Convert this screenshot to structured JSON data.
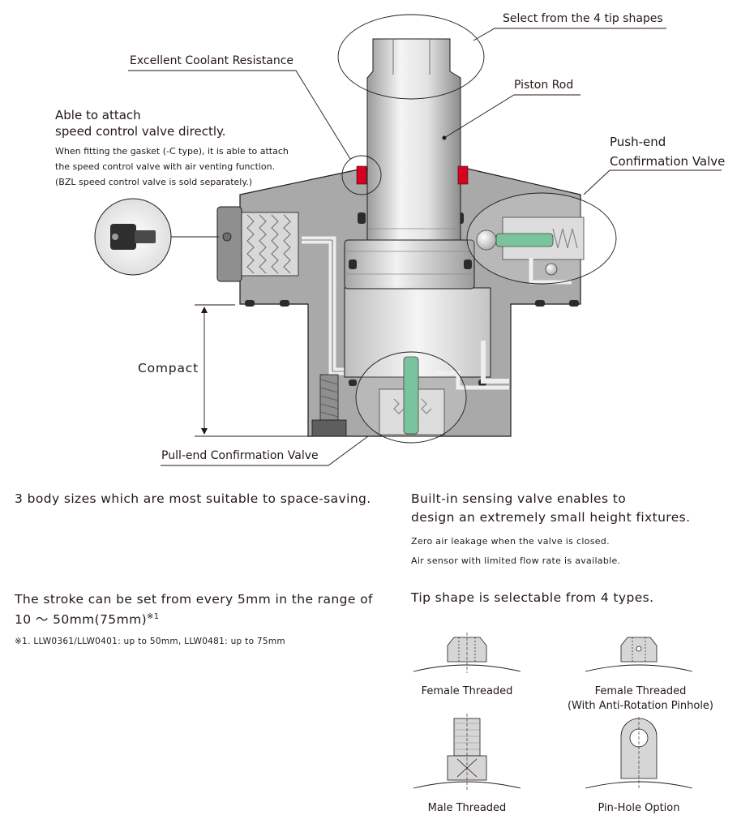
{
  "callouts": {
    "tip_shapes": "Select from the 4 tip shapes",
    "coolant": "Excellent Coolant Resistance",
    "piston_rod": "Piston Rod",
    "attach_line1": "Able to attach",
    "attach_line2": "speed control valve directly.",
    "attach_note1": "When fitting the gasket (-C type), it is able to attach",
    "attach_note2": "the speed control valve with air venting function.",
    "attach_note3": "(BZL speed control valve is sold separately.)",
    "push_end_line1": "Push-end",
    "push_end_line2": "Confirmation Valve",
    "compact": "Compact",
    "pull_end": "Pull-end Confirmation Valve"
  },
  "features": {
    "body_sizes": "3 body sizes which are most suitable to space-saving.",
    "stroke_line1": "The stroke can be set from every 5mm in the range of",
    "stroke_line2": "10 ～ 50mm(75mm)",
    "stroke_ref": "※1",
    "stroke_note": "※1. LLW0361/LLW0401: up to 50mm, LLW0481: up to 75mm",
    "sensing_line1": "Built-in sensing valve enables to",
    "sensing_line2": "design an extremely small height fixtures.",
    "sensing_note1": "Zero air leakage when the valve is closed.",
    "sensing_note2": "Air sensor with limited flow rate is available.",
    "tip_heading": "Tip shape is selectable from 4 types."
  },
  "tips": [
    {
      "label": "Female Threaded",
      "label2": ""
    },
    {
      "label": "Female Threaded",
      "label2": "(With Anti-Rotation Pinhole)"
    },
    {
      "label": "Male Threaded",
      "label2": ""
    },
    {
      "label": "Pin-Hole Option",
      "label2": ""
    }
  ],
  "colors": {
    "body": "#a9a9a9",
    "metal_light": "#e6e6e6",
    "valve_green": "#5cb88a",
    "seal_red": "#d7001f",
    "outline": "#231815"
  }
}
